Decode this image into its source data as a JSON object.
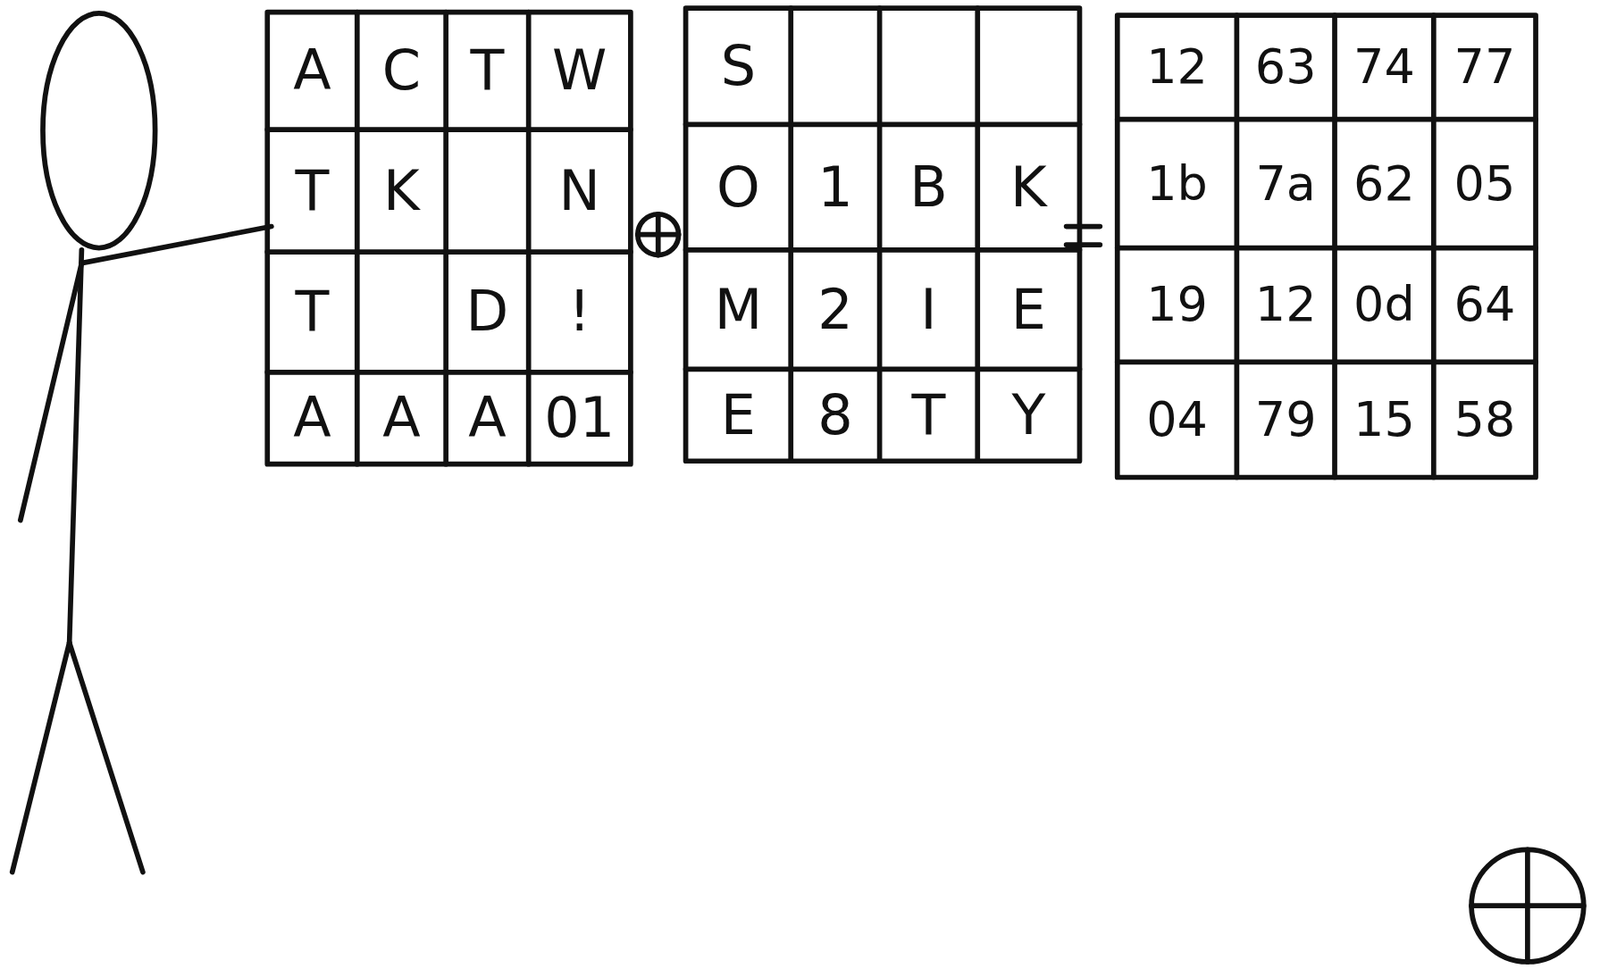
{
  "diagram": {
    "labels": [
      "A",
      "C",
      "T",
      "W",
      "T",
      "K",
      "N",
      "T",
      "D",
      "!",
      "A",
      "A",
      "A",
      "01",
      "S",
      "O",
      "1",
      "B",
      "K",
      "M",
      "2",
      "I",
      "E",
      "E",
      "8",
      "T",
      "Y",
      "12",
      "63",
      "74",
      "77",
      "1b",
      "7a",
      "62",
      "05",
      "19",
      "12",
      "0d",
      "64",
      "04",
      "79",
      "15",
      "58"
    ]
  }
}
